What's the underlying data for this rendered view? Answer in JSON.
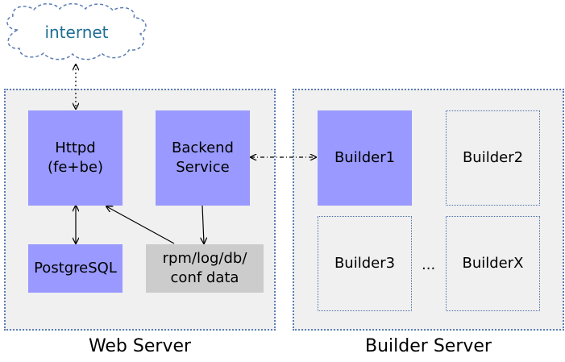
{
  "cloud": {
    "label": "internet"
  },
  "web_server": {
    "caption": "Web Server",
    "httpd": "Httpd\n(fe+be)",
    "backend": "Backend\nService",
    "postgres": "PostgreSQL",
    "data": "rpm/log/db/\nconf data"
  },
  "builder_server": {
    "caption": "Builder Server",
    "builder1": "Builder1",
    "builder2": "Builder2",
    "builder3": "Builder3",
    "builderx": "BuilderX",
    "ellipsis": "..."
  },
  "colors": {
    "node_blue": "#9999ff",
    "data_gray": "#cccccc",
    "panel_bg": "#f0f0f0",
    "border_dotted": "#5b7db5",
    "cloud_text": "#1f6e94"
  }
}
